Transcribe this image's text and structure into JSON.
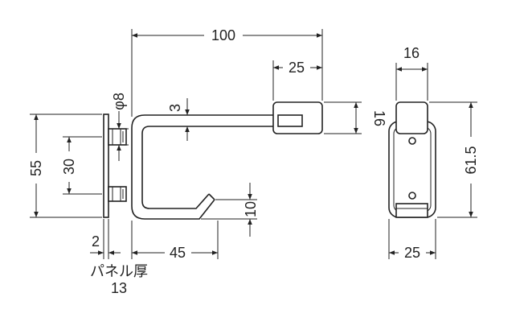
{
  "drawing": {
    "side_view": {
      "dims": {
        "total_length": "100",
        "end_block_width": "25",
        "end_block_height": "16",
        "rod_thickness": "3",
        "screw_diameter": "φ8",
        "base_height": "55",
        "screw_spacing": "30",
        "hook_height": "10",
        "plate_thickness": "2",
        "hook_depth": "45"
      },
      "panel_label": "パネル厚",
      "panel_thickness": "13"
    },
    "front_view": {
      "dims": {
        "top_width": "16",
        "height": "61.5",
        "bottom_width": "25"
      }
    }
  }
}
